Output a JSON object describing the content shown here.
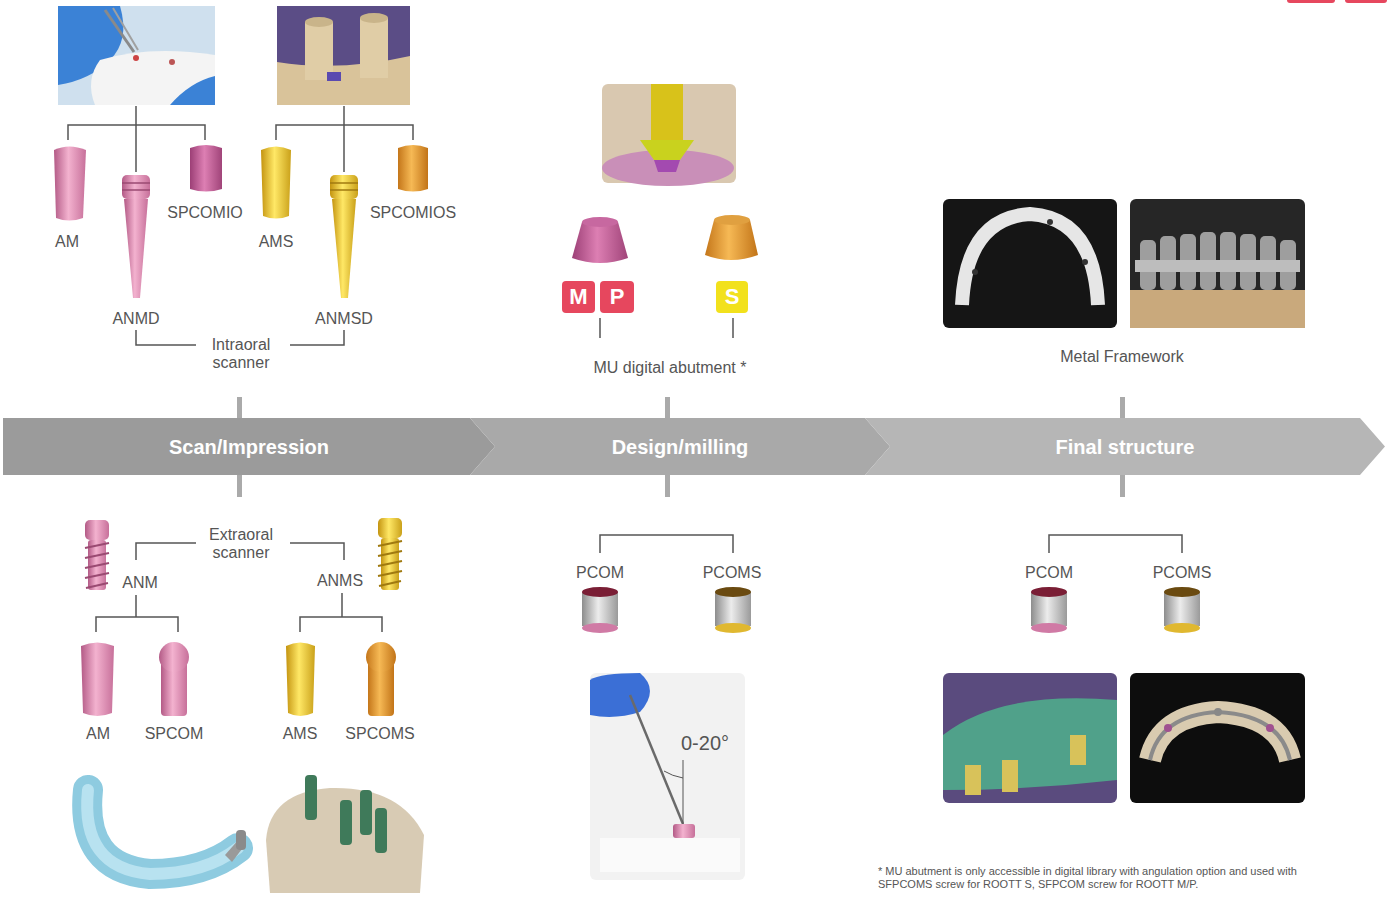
{
  "diagram": {
    "nodes": [
      {
        "text": [
          "Scan/Impression"
        ]
      },
      {
        "text": [
          "Design/milling"
        ]
      },
      {
        "text": [
          "Final structure"
        ]
      },
      {
        "text": [
          "M"
        ]
      },
      {
        "text": [
          "P"
        ]
      },
      {
        "text": [
          "S"
        ]
      }
    ],
    "labels": [
      "AM",
      "SPCOMIO",
      "AMS",
      "SPCOMIOS",
      "ANMD",
      "ANMSD",
      "Intraoral scanner",
      "MU digital abutment *",
      "Metal Framework",
      "Extraoral scanner",
      "ANM",
      "ANMS",
      "PCOM",
      "PCOMS",
      "PCOM",
      "PCOMS",
      "AM",
      "SPCOM",
      "AMS",
      "SPCOMS",
      "0-20°",
      "* MU abutment is only accessible in digital library with angulation option and used with SFPCOMS screw for ROOTT S, SFPCOM screw for ROOTT M/P."
    ]
  }
}
